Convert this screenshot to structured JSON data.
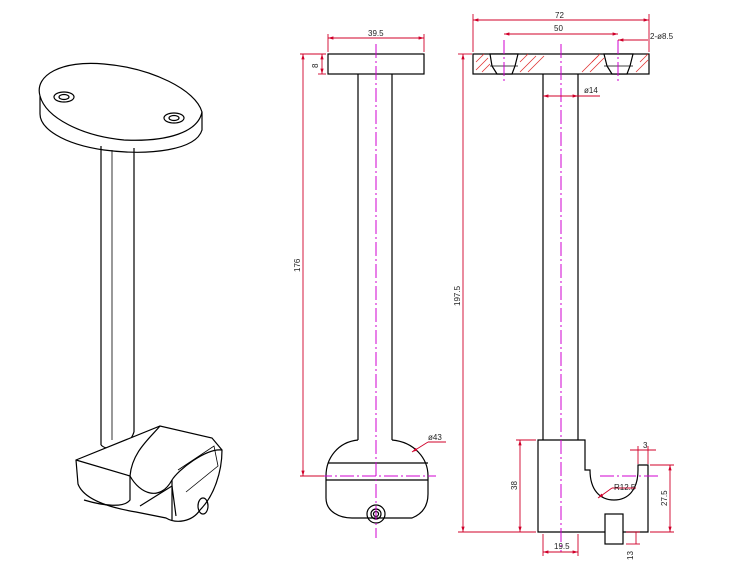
{
  "colors": {
    "outline": "#000000",
    "dimension": "#d0002a",
    "centerline": "#d000d0",
    "hatch": "#e03030"
  },
  "front_view": {
    "dims": {
      "width_top": "39.5",
      "plate_thickness": "8",
      "height": "176",
      "head_diameter": "ø43"
    }
  },
  "side_view": {
    "dims": {
      "total_width": "72",
      "hole_spacing": "50",
      "holes": "2-ø8.5",
      "tube_diameter": "ø14",
      "total_height": "197.5",
      "clip_height": "38",
      "clip_width": "19.5",
      "radius": "R12.5",
      "lip_thickness": "3",
      "lip_height": "27.5",
      "tab_height": "13"
    }
  }
}
